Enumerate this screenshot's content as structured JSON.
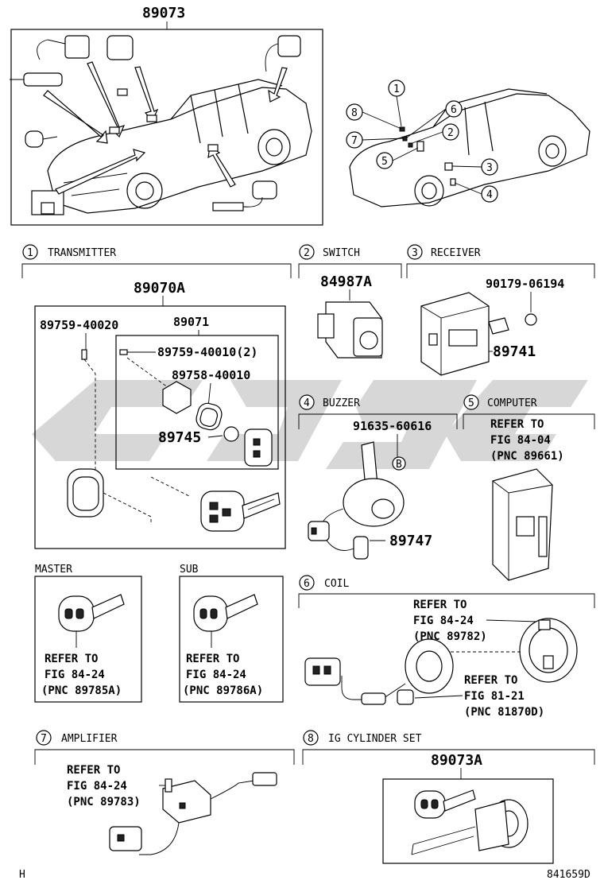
{
  "top_assembly": "89073",
  "transmitter": {
    "index": "1",
    "label": "TRANSMITTER",
    "assembly": "89070A",
    "sub_assembly": "89071",
    "screw_outer": "89759-40020",
    "screw_inner": "89759-40010(2)",
    "gasket": "89758-40010",
    "battery": "89745"
  },
  "master_key": {
    "label": "MASTER",
    "ref_line1": "REFER TO",
    "ref_line2": "FIG 84-24",
    "ref_line3": "(PNC 89785A)"
  },
  "sub_key": {
    "label": "SUB",
    "ref_line1": "REFER TO",
    "ref_line2": "FIG 84-24",
    "ref_line3": "(PNC 89786A)"
  },
  "switch": {
    "index": "2",
    "label": "SWITCH",
    "part": "84987A"
  },
  "receiver": {
    "index": "3",
    "label": "RECEIVER",
    "nut": "90179-06194",
    "part": "89741"
  },
  "buzzer": {
    "index": "4",
    "label": "BUZZER",
    "bolt": "91635-60616",
    "bolt_mark": "B",
    "part": "89747"
  },
  "computer": {
    "index": "5",
    "label": "COMPUTER",
    "ref_line1": "REFER TO",
    "ref_line2": "FIG 84-04",
    "ref_line3": "(PNC 89661)"
  },
  "coil": {
    "index": "6",
    "label": "COIL",
    "ref_a_line1": "REFER TO",
    "ref_a_line2": "FIG 84-24",
    "ref_a_line3": "(PNC 89782)",
    "ref_b_line1": "REFER TO",
    "ref_b_line2": "FIG 81-21",
    "ref_b_line3": "(PNC 81870D)"
  },
  "amplifier": {
    "index": "7",
    "label": "AMPLIFIER",
    "ref_line1": "REFER TO",
    "ref_line2": "FIG 84-24",
    "ref_line3": "(PNC 89783)"
  },
  "ig_cylinder": {
    "index": "8",
    "label": "IG CYLINDER SET",
    "part": "89073A"
  },
  "callouts": [
    "1",
    "2",
    "3",
    "4",
    "5",
    "6",
    "7",
    "8"
  ],
  "footer": {
    "left_mark": "H",
    "drawing_number": "841659D"
  },
  "watermark": "cdg"
}
